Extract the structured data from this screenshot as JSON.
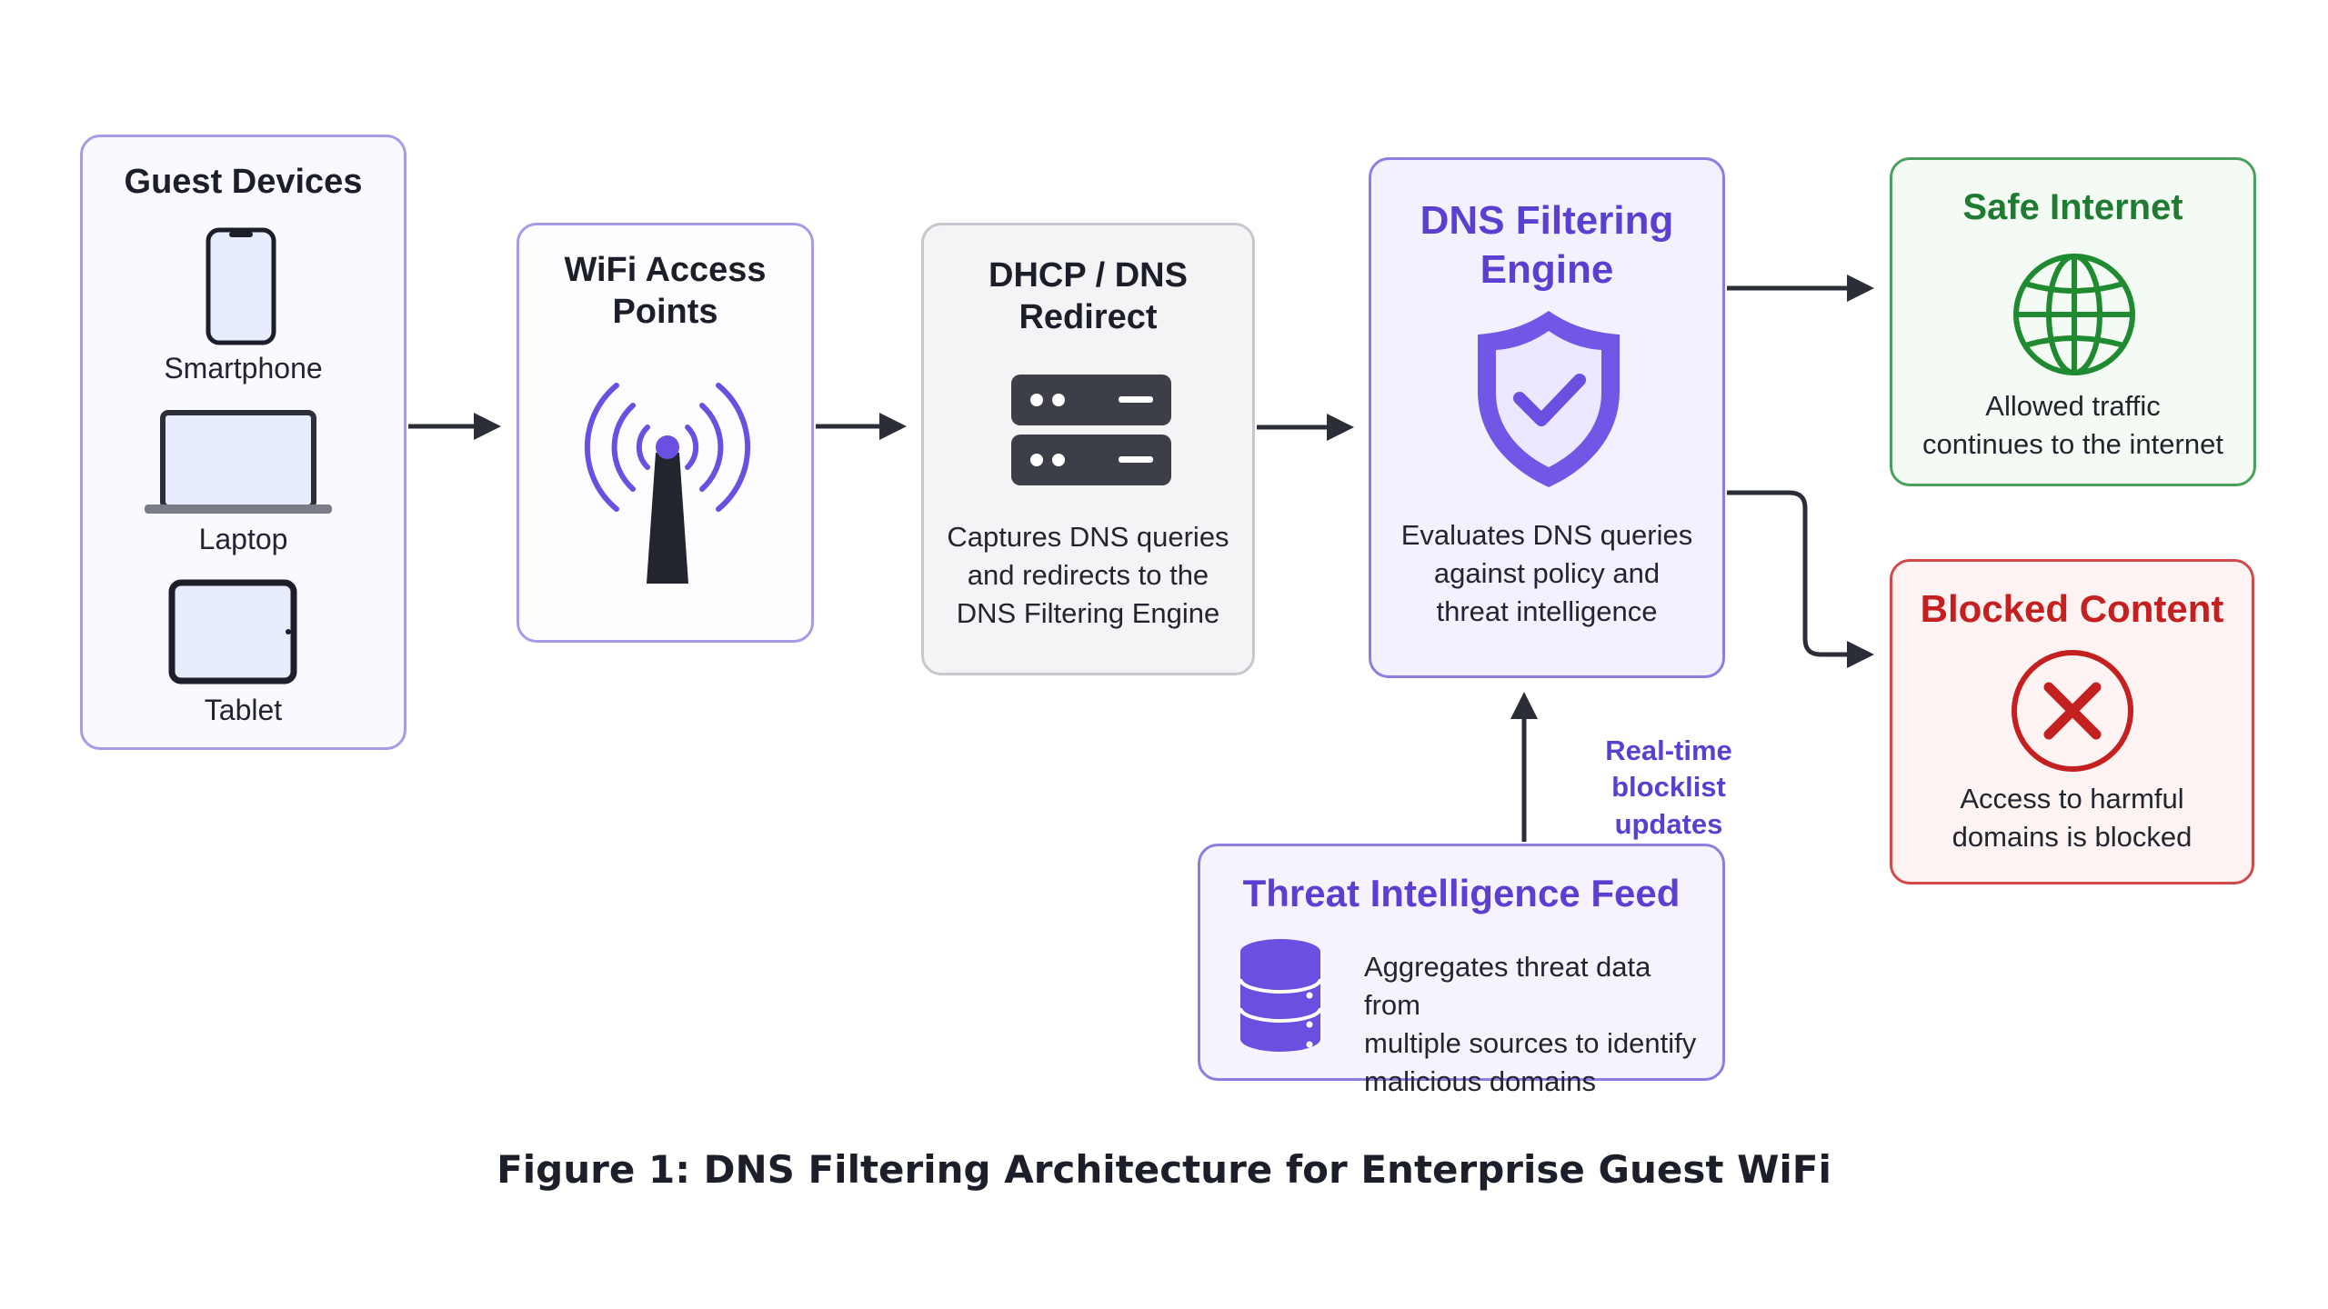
{
  "nodes": {
    "guest_devices": {
      "title": "Guest Devices",
      "devices": [
        {
          "label": "Smartphone",
          "icon": "smartphone-icon"
        },
        {
          "label": "Laptop",
          "icon": "laptop-icon"
        },
        {
          "label": "Tablet",
          "icon": "tablet-icon"
        }
      ]
    },
    "wifi_access_points": {
      "title_lines": [
        "WiFi Access",
        "Points"
      ],
      "icon": "wifi-antenna-icon"
    },
    "dhcp_dns_redirect": {
      "title_lines": [
        "DHCP / DNS",
        "Redirect"
      ],
      "icon": "server-icon",
      "description_lines": [
        "Captures DNS queries",
        "and redirects to the",
        "DNS Filtering Engine"
      ]
    },
    "dns_filtering_engine": {
      "title_lines": [
        "DNS Filtering",
        "Engine"
      ],
      "icon": "shield-check-icon",
      "description_lines": [
        "Evaluates DNS queries",
        "against policy and",
        "threat intelligence"
      ]
    },
    "safe_internet": {
      "title": "Safe Internet",
      "icon": "globe-icon",
      "description_lines": [
        "Allowed traffic",
        "continues to the internet"
      ]
    },
    "blocked_content": {
      "title": "Blocked Content",
      "icon": "block-x-icon",
      "description_lines": [
        "Access to harmful",
        "domains is blocked"
      ]
    },
    "threat_intelligence_feed": {
      "title": "Threat Intelligence Feed",
      "icon": "database-icon",
      "description_lines": [
        "Aggregates threat data from",
        "multiple sources to identify",
        "malicious domains"
      ]
    }
  },
  "edges": [
    {
      "from": "guest_devices",
      "to": "wifi_access_points"
    },
    {
      "from": "wifi_access_points",
      "to": "dhcp_dns_redirect"
    },
    {
      "from": "dhcp_dns_redirect",
      "to": "dns_filtering_engine"
    },
    {
      "from": "dns_filtering_engine",
      "to": "safe_internet"
    },
    {
      "from": "dns_filtering_engine",
      "to": "blocked_content"
    },
    {
      "from": "threat_intelligence_feed",
      "to": "dns_filtering_engine",
      "label_lines": [
        "Real-time blocklist",
        "updates"
      ]
    }
  ],
  "caption": "Figure 1: DNS Filtering Architecture for Enterprise Guest WiFi",
  "colors": {
    "accent_purple": "#5b3fd1",
    "device_icon_fill": "#e8ecff",
    "icon_dark": "#33363e",
    "safe_green": "#1f7a32",
    "blocked_red": "#c42020",
    "arrow": "#2b2e36"
  }
}
